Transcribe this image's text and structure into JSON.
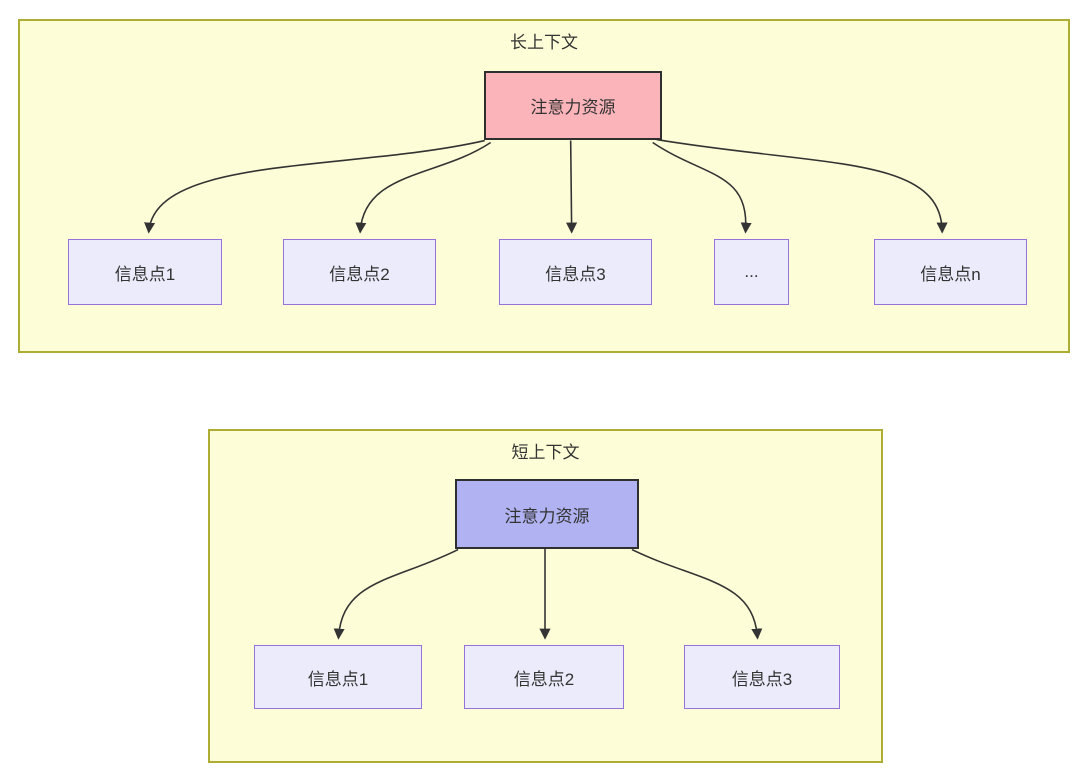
{
  "colors": {
    "panel_bg": "#fdfdd7",
    "panel_border": "#adad33",
    "attention_long_fill": "#fbb4ba",
    "attention_short_fill": "#b0b2f2",
    "node_fill": "#ebebfb",
    "node_border": "#9673db",
    "dark_border": "#2f2f2f",
    "arrow": "#333333",
    "text": "#333333"
  },
  "long_context": {
    "title": "长上下文",
    "attention_label": "注意力资源",
    "nodes": [
      "信息点1",
      "信息点2",
      "信息点3",
      "...",
      "信息点n"
    ]
  },
  "short_context": {
    "title": "短上下文",
    "attention_label": "注意力资源",
    "nodes": [
      "信息点1",
      "信息点2",
      "信息点3"
    ]
  }
}
